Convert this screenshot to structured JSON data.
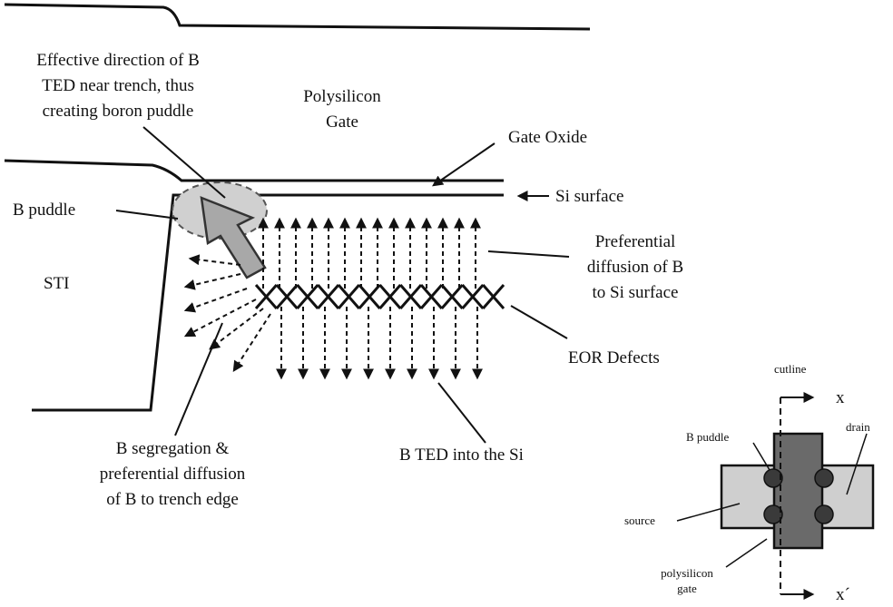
{
  "labels": {
    "effective_direction_line1": "Effective direction of B",
    "effective_direction_line2": "TED near trench, thus",
    "effective_direction_line3": "creating boron puddle",
    "poly_gate_line1": "Polysilicon",
    "poly_gate_line2": "Gate",
    "gate_oxide": "Gate Oxide",
    "si_surface": "Si surface",
    "b_puddle": "B puddle",
    "sti": "STI",
    "preferential_line1": "Preferential",
    "preferential_line2": "diffusion of B",
    "preferential_line3": "to Si surface",
    "eor_defects": "EOR Defects",
    "b_ted_into_si": "B TED into the Si",
    "segregation_line1": "B segregation &",
    "segregation_line2": "preferential diffusion",
    "segregation_line3": "of B to trench edge"
  },
  "inset": {
    "cutline": "cutline",
    "x_top": "x",
    "x_bottom": "x´",
    "b_puddle": "B puddle",
    "drain": "drain",
    "source": "source",
    "poly_line1": "polysilicon",
    "poly_line2": "gate"
  },
  "colors": {
    "line": "#111111",
    "puddle_fill": "#d0d0d0",
    "arrow_fill": "#a8a8a8",
    "inset_gate": "#6a6a6a",
    "inset_sd": "#cfcfcf",
    "inset_dot": "#3a3a3a"
  }
}
